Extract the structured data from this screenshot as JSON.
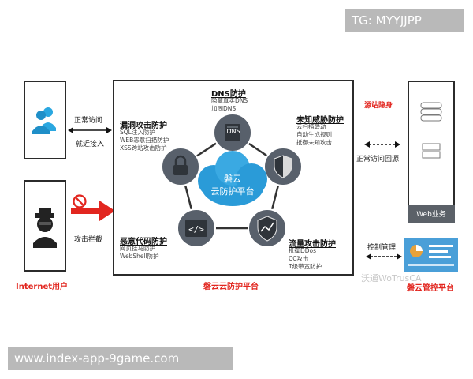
{
  "watermark_top": "TG: MYYJJPP",
  "watermark_bottom": "www.index-app-9game.com",
  "left": {
    "normal_access": "正常访问",
    "nearby_access": "就近接入",
    "attack_block": "攻击拦截",
    "internet_users": "Internet用户"
  },
  "center": {
    "platform_line1": "磐云",
    "platform_line2": "云防护平台",
    "platform_caption": "磐云云防护平台",
    "dns_title": "DNS防护",
    "dns_items": [
      "隐藏真实DNS",
      "加固DNS"
    ],
    "vuln_title": "漏洞攻击防护",
    "vuln_items": [
      "SQL注入防护",
      "WEB恶意扫描防护",
      "XSS跨站攻击防护"
    ],
    "unknown_title": "未知威胁防护",
    "unknown_items": [
      "云扫描联动",
      "自动生成规则",
      "抵御未知攻击"
    ],
    "malware_title": "恶意代码防护",
    "malware_items": [
      "网页挂马防护",
      "WebShell防护"
    ],
    "flow_title": "流量攻击防护",
    "flow_items": [
      "抵御DDos",
      "CC攻击",
      "T级带宽防护"
    ],
    "dns_node": "DNS"
  },
  "right": {
    "source_hide": "源站隐身",
    "normal_return": "正常访问回源",
    "web_business": "Web业务",
    "control_mgmt": "控制管理",
    "control_platform": "磐云管控平台",
    "wechat_watermark": "沃通WoTrusCA"
  }
}
